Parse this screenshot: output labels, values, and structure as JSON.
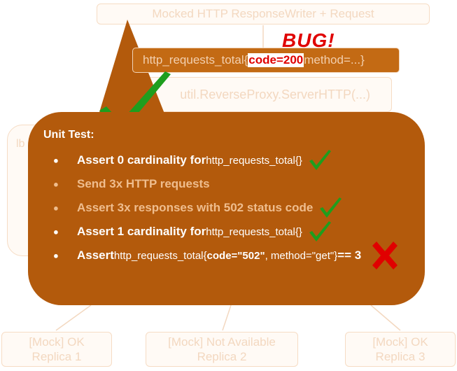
{
  "top_box": {
    "label": "Mocked HTTP ResponseWriter + Request"
  },
  "proxy_box": {
    "label": "util.ReverseProxy.ServerHTTP(...)"
  },
  "left_box": {
    "label": "lb"
  },
  "metric_box": {
    "prefix": "http_requests_total{",
    "code": "code=200",
    "suffix": " method=...}"
  },
  "bug_label": "BUG!",
  "replicas": [
    {
      "line1": "[Mock] OK",
      "line2": "Replica 1"
    },
    {
      "line1": "[Mock] Not Available",
      "line2": "Replica 2"
    },
    {
      "line1": "[Mock] OK",
      "line2": "Replica 3"
    }
  ],
  "bubble": {
    "title": "Unit Test:",
    "steps": [
      {
        "bold": "Assert 0 cardinality for",
        "normal": " http_requests_total{}",
        "status": "pass"
      },
      {
        "bold": "Send 3x HTTP requests",
        "normal": "",
        "status": "none"
      },
      {
        "bold": "Assert 3x responses with 502 status code",
        "normal": "",
        "status": "pass"
      },
      {
        "bold": "Assert 1 cardinality for",
        "normal": " http_requests_total{}",
        "status": "pass"
      },
      {
        "bold": "Assert",
        "normal_a": " http_requests_total{",
        "bold_b": "code=\"502\"",
        "normal_c": ", method=\"get\"}",
        "bold_d": " == 3",
        "status": "fail"
      }
    ]
  },
  "colors": {
    "bubble": "#b35a0c",
    "check": "#1e9e1e",
    "cross": "#e00000",
    "bug": "#e00000"
  }
}
